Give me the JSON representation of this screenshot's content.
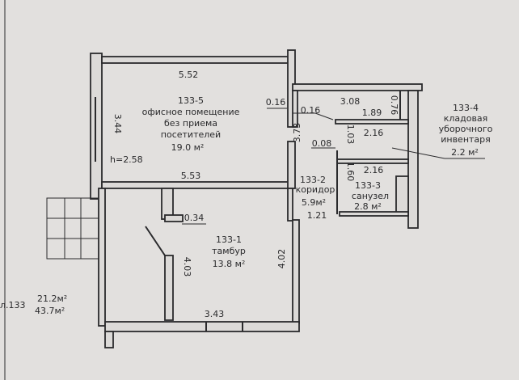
{
  "rooms": {
    "r5": {
      "id": "133-5",
      "name1": "офисное помещение",
      "name2": "без приема",
      "name3": "посетителей",
      "area": "19.0 м²",
      "height": "h=2.58"
    },
    "r1": {
      "id": "133-1",
      "name": "тамбур",
      "area": "13.8 м²"
    },
    "r2": {
      "id": "133-2",
      "name": "коридор",
      "area": "5.9м²"
    },
    "r3": {
      "id": "133-3",
      "name": "санузел",
      "area": "2.8 м²"
    },
    "r4": {
      "id": "133-4",
      "name1": "кладовая",
      "name2": "уборочного",
      "name3": "инвентаря",
      "area": "2.2 м²"
    }
  },
  "dimensions": {
    "d552": "5.52",
    "d344": "3.44",
    "d553": "5.53",
    "d016a": "0.16",
    "d016b": "0.16",
    "d308": "3.08",
    "d189": "1.89",
    "d076": "0.76",
    "d373": "3.73",
    "d008": "0.08",
    "d103": "1.03",
    "d216a": "2.16",
    "d216b": "2.16",
    "d160": "1.60",
    "d121": "1.21",
    "d034": "0.34",
    "d403": "4.03",
    "d402": "4.02",
    "d343": "3.43"
  },
  "summary": {
    "label": "л.133",
    "area1": "21.2м²",
    "area2": "43.7м²"
  }
}
